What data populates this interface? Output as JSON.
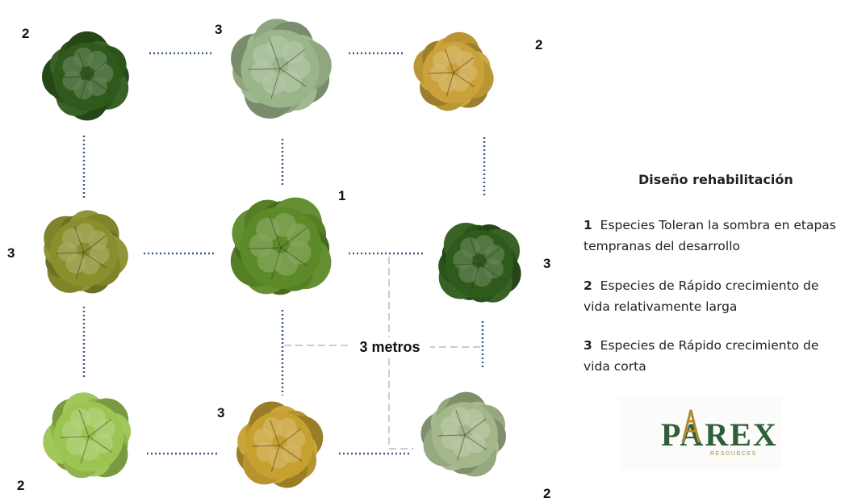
{
  "diagram": {
    "measure_label": "3 metros",
    "trees": [
      {
        "number": "2",
        "color": "#2f5a1c"
      },
      {
        "number": "3",
        "color": "#9bb58a"
      },
      {
        "number": "2",
        "color": "#c9a23a"
      },
      {
        "number": "3",
        "color": "#8a8f2e"
      },
      {
        "number": "1",
        "color": "#5c8a28"
      },
      {
        "number": "3",
        "color": "#2e5a1b"
      },
      {
        "number": "2",
        "color": "#9cc452"
      },
      {
        "number": "3",
        "color": "#c7a032"
      },
      {
        "number": "2",
        "color": "#a3b78a"
      }
    ],
    "dotted_line_color": "#3d5a8a",
    "dashed_line_color": "#cccccc"
  },
  "legend": {
    "title": "Diseño rehabilitación",
    "items": [
      {
        "number": "1",
        "text": "Especies Toleran la sombra en etapas tempranas del desarrollo"
      },
      {
        "number": "2",
        "text": "Especies de Rápido crecimiento de vida relativamente larga"
      },
      {
        "number": "3",
        "text": "Especies de Rápido crecimiento de vida corta"
      }
    ]
  },
  "logo": {
    "brand": "PAREX",
    "tagline": "RESOURCES",
    "colors": {
      "green": "#2f5e3a",
      "gold": "#b08a2e"
    }
  }
}
